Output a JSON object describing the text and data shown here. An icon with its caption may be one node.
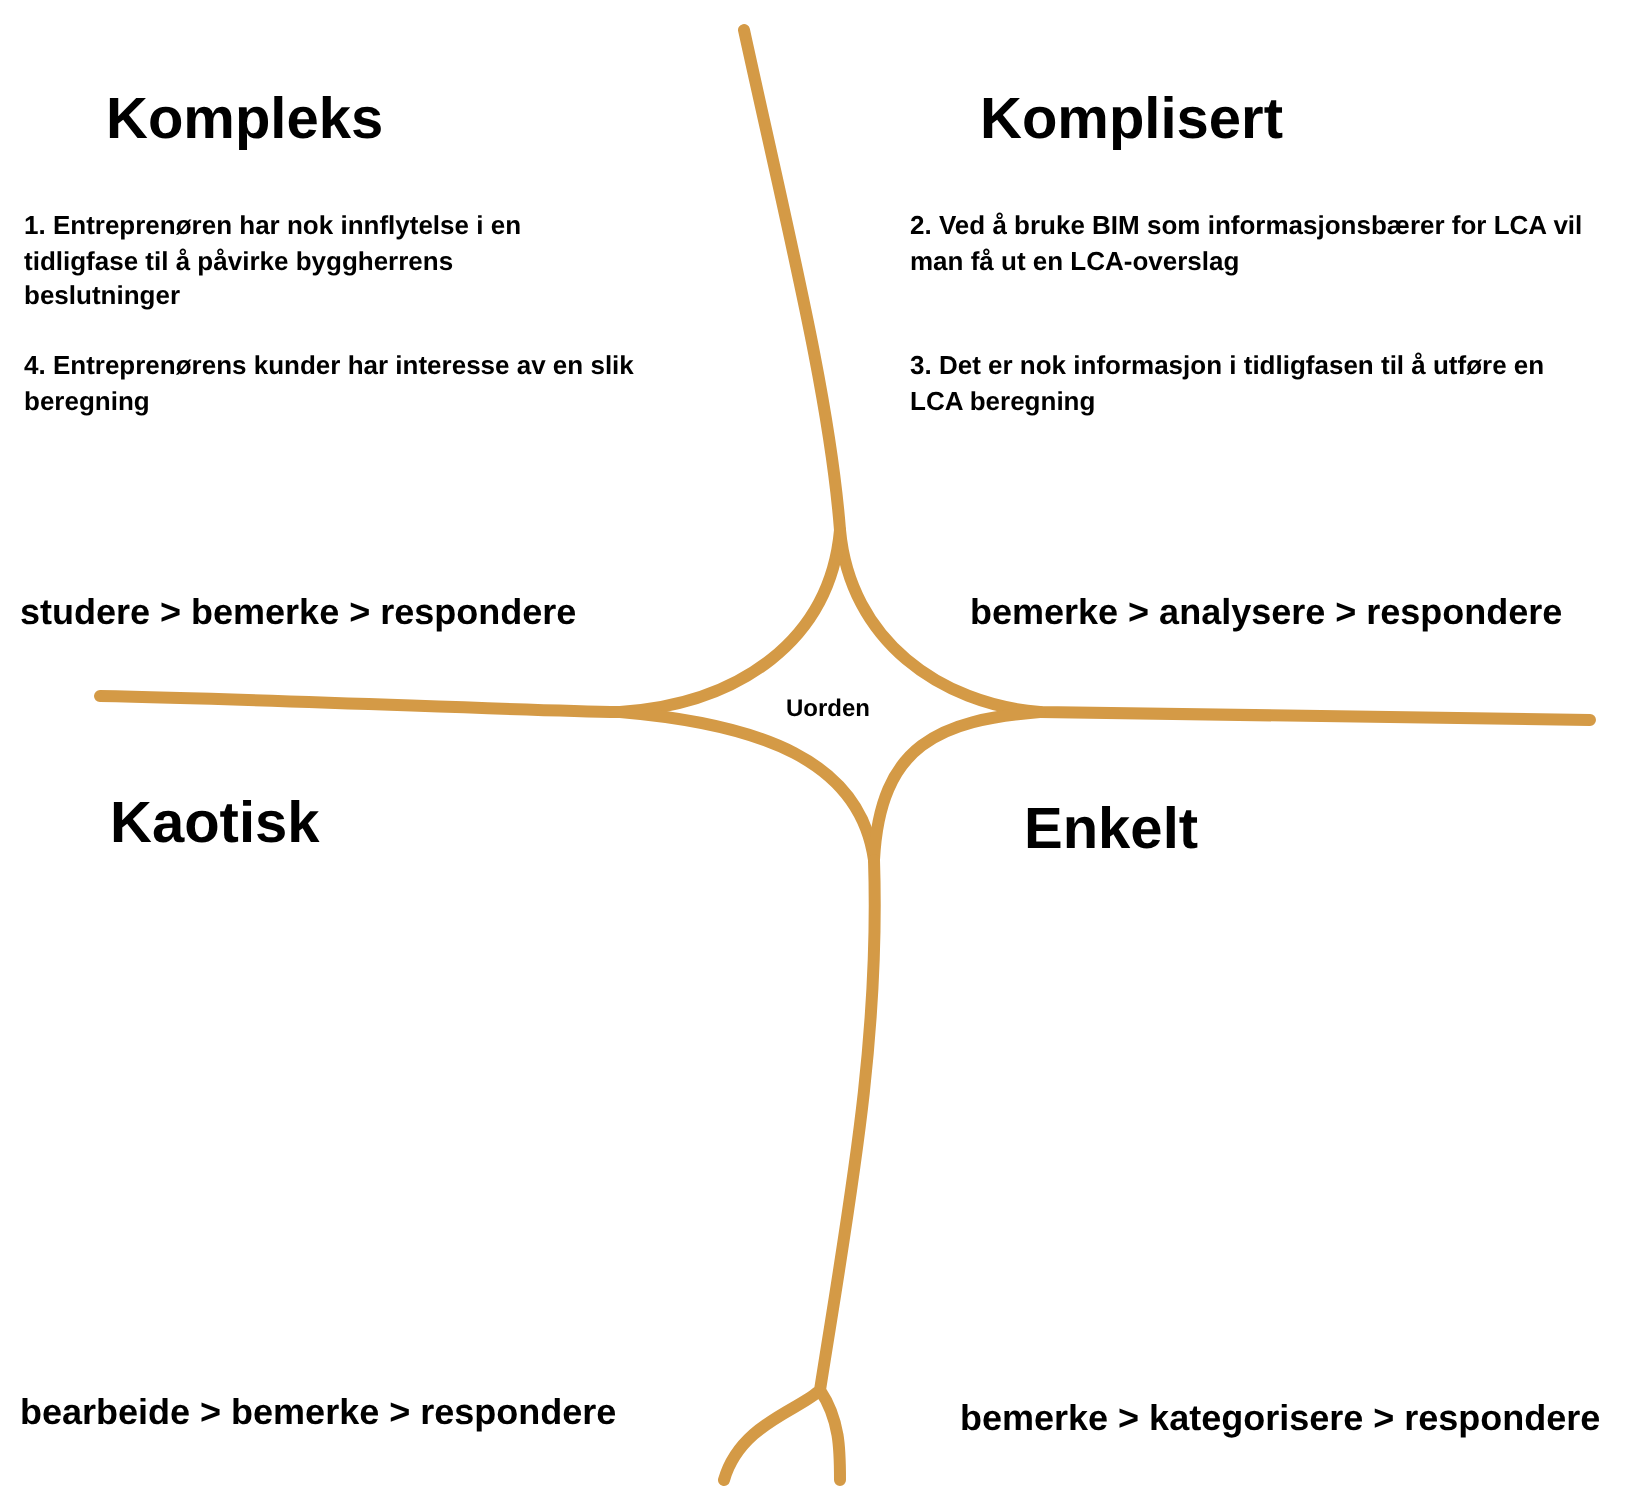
{
  "diagram": {
    "labels": [
      "Kompleks",
      "Komplisert",
      "1. Entreprenøren har nok innflytelse i en tidligfase til å påvirke byggherrens beslutninger",
      "2. Ved å bruke BIM som informasjonsbærer for LCA vil man få ut en LCA-overslag",
      "4. Entreprenørens kunder har interesse av en slik beregning",
      "3. Det er nok informasjon i tidligfasen til å utføre en LCA beregning",
      "studere > bemerke > respondere",
      "bemerke > analysere > respondere",
      "Uorden",
      "Kaotisk",
      "Enkelt",
      "bearbeide > bemerke > respondere",
      "bemerke > kategorisere > respondere"
    ]
  }
}
